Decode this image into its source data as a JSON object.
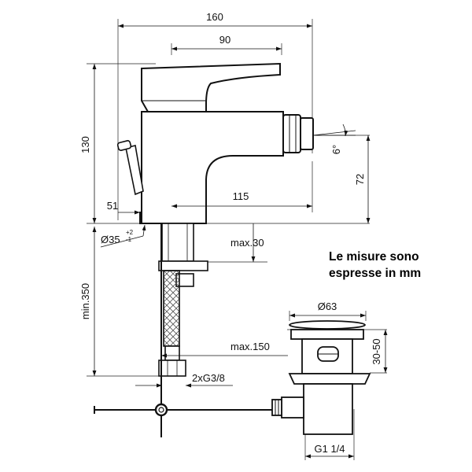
{
  "dimensions": {
    "overall_width": "160",
    "spout_reach": "90",
    "height": "130",
    "outlet_height": "72",
    "angle": "6°",
    "base_reach": "115",
    "base_offset": "51",
    "hole_diameter": "Ø35",
    "hole_tol_plus": "+2",
    "hole_tol_minus": "-1",
    "max_thickness": "max.30",
    "hose_length": "min.350",
    "max_distance": "max.150",
    "connections": "2xG3/8",
    "waste_diameter": "Ø63",
    "waste_height": "30-50",
    "waste_thread": "G1 1/4"
  },
  "note": {
    "line1": "Le misure sono",
    "line2": "espresse in mm"
  }
}
